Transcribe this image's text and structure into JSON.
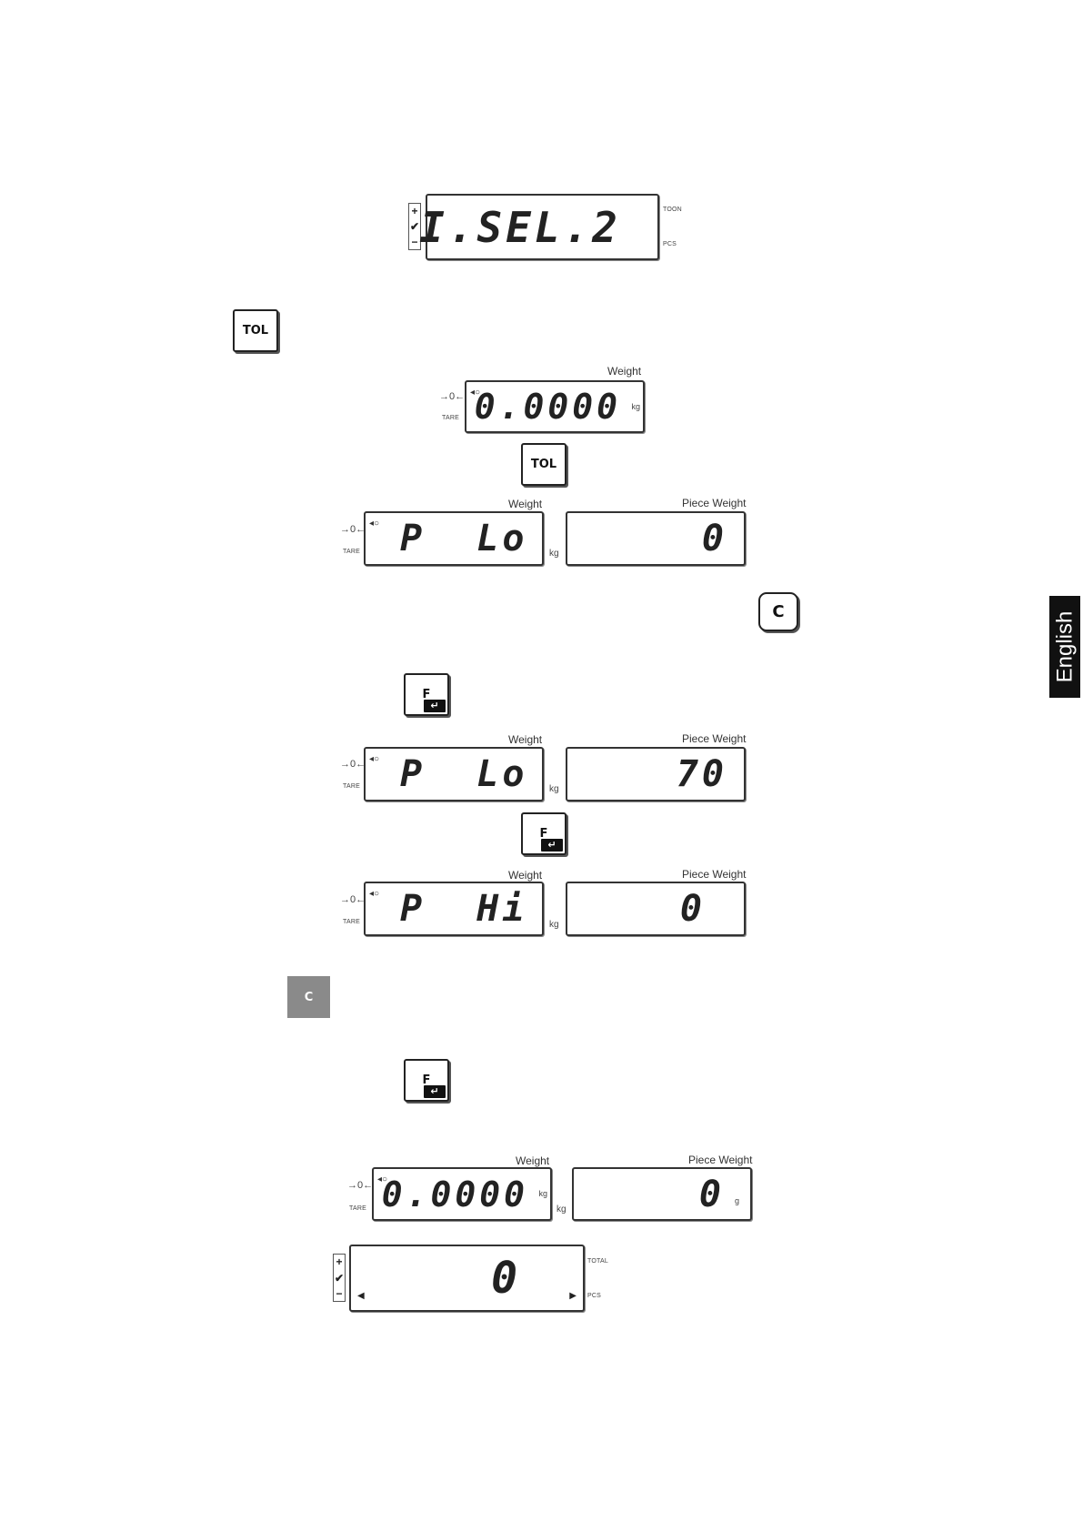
{
  "side_tab": "English",
  "tare_symbol": "→0←",
  "stable_symbol": "◂○",
  "unit_kg": "kg",
  "unit_g": "g",
  "label_weight": "Weight",
  "label_piece_weight": "Piece Weight",
  "label_tare": "TARE",
  "label_toon": "TOON",
  "label_pcs": "PCS",
  "label_total": "TOTAL",
  "side_plus": "+",
  "side_check": "✔",
  "side_minus": "−",
  "keys": {
    "tol": "TOL",
    "c": "C",
    "c_grey": "C",
    "f": "F",
    "enter": "↵"
  },
  "displays": {
    "sel": "I.SEL.2",
    "zero_weight": "0.0000",
    "p_lo": "P  Lo",
    "p_hi": "P  Hi",
    "piece_zero": "0",
    "piece_70": "70",
    "final_weight": "0.0000",
    "final_piece": "0",
    "count": "0",
    "arrow_left": "◀",
    "arrow_right": "▶"
  }
}
